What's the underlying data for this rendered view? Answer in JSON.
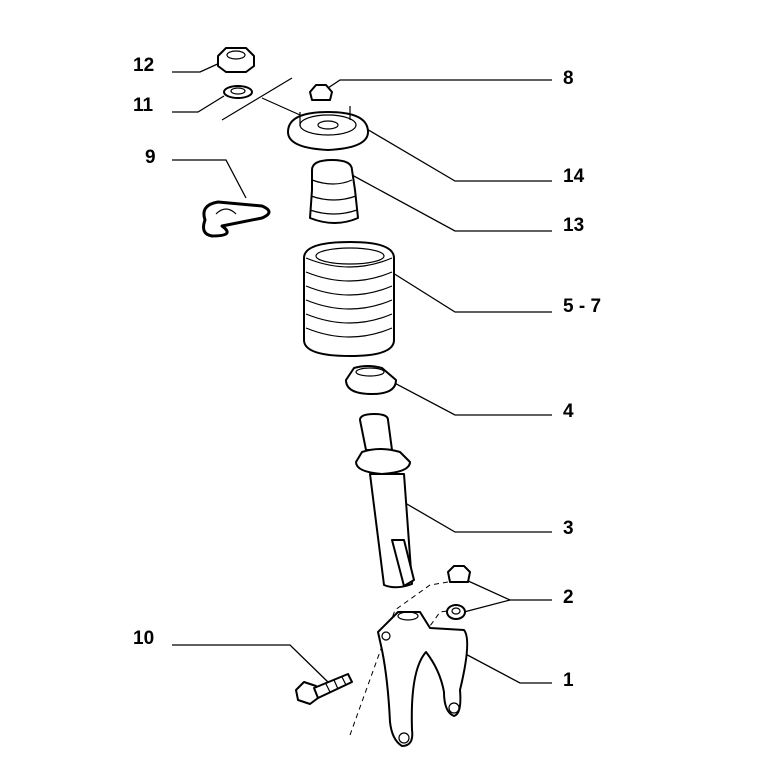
{
  "diagram": {
    "title": "Front suspension strut exploded view",
    "callouts": [
      {
        "id": "12",
        "label": "12",
        "part": "nut"
      },
      {
        "id": "11",
        "label": "11",
        "part": "washer"
      },
      {
        "id": "9",
        "label": "9",
        "part": "clip"
      },
      {
        "id": "8",
        "label": "8",
        "part": "nut"
      },
      {
        "id": "14",
        "label": "14",
        "part": "strut-top-mount"
      },
      {
        "id": "13",
        "label": "13",
        "part": "bump-stop-boot"
      },
      {
        "id": "5-7",
        "label": "5 - 7",
        "part": "coil-spring"
      },
      {
        "id": "4",
        "label": "4",
        "part": "spring-seat"
      },
      {
        "id": "3",
        "label": "3",
        "part": "shock-absorber"
      },
      {
        "id": "2",
        "label": "2",
        "part": "nuts"
      },
      {
        "id": "10",
        "label": "10",
        "part": "bolt"
      },
      {
        "id": "1",
        "label": "1",
        "part": "fork"
      }
    ]
  }
}
